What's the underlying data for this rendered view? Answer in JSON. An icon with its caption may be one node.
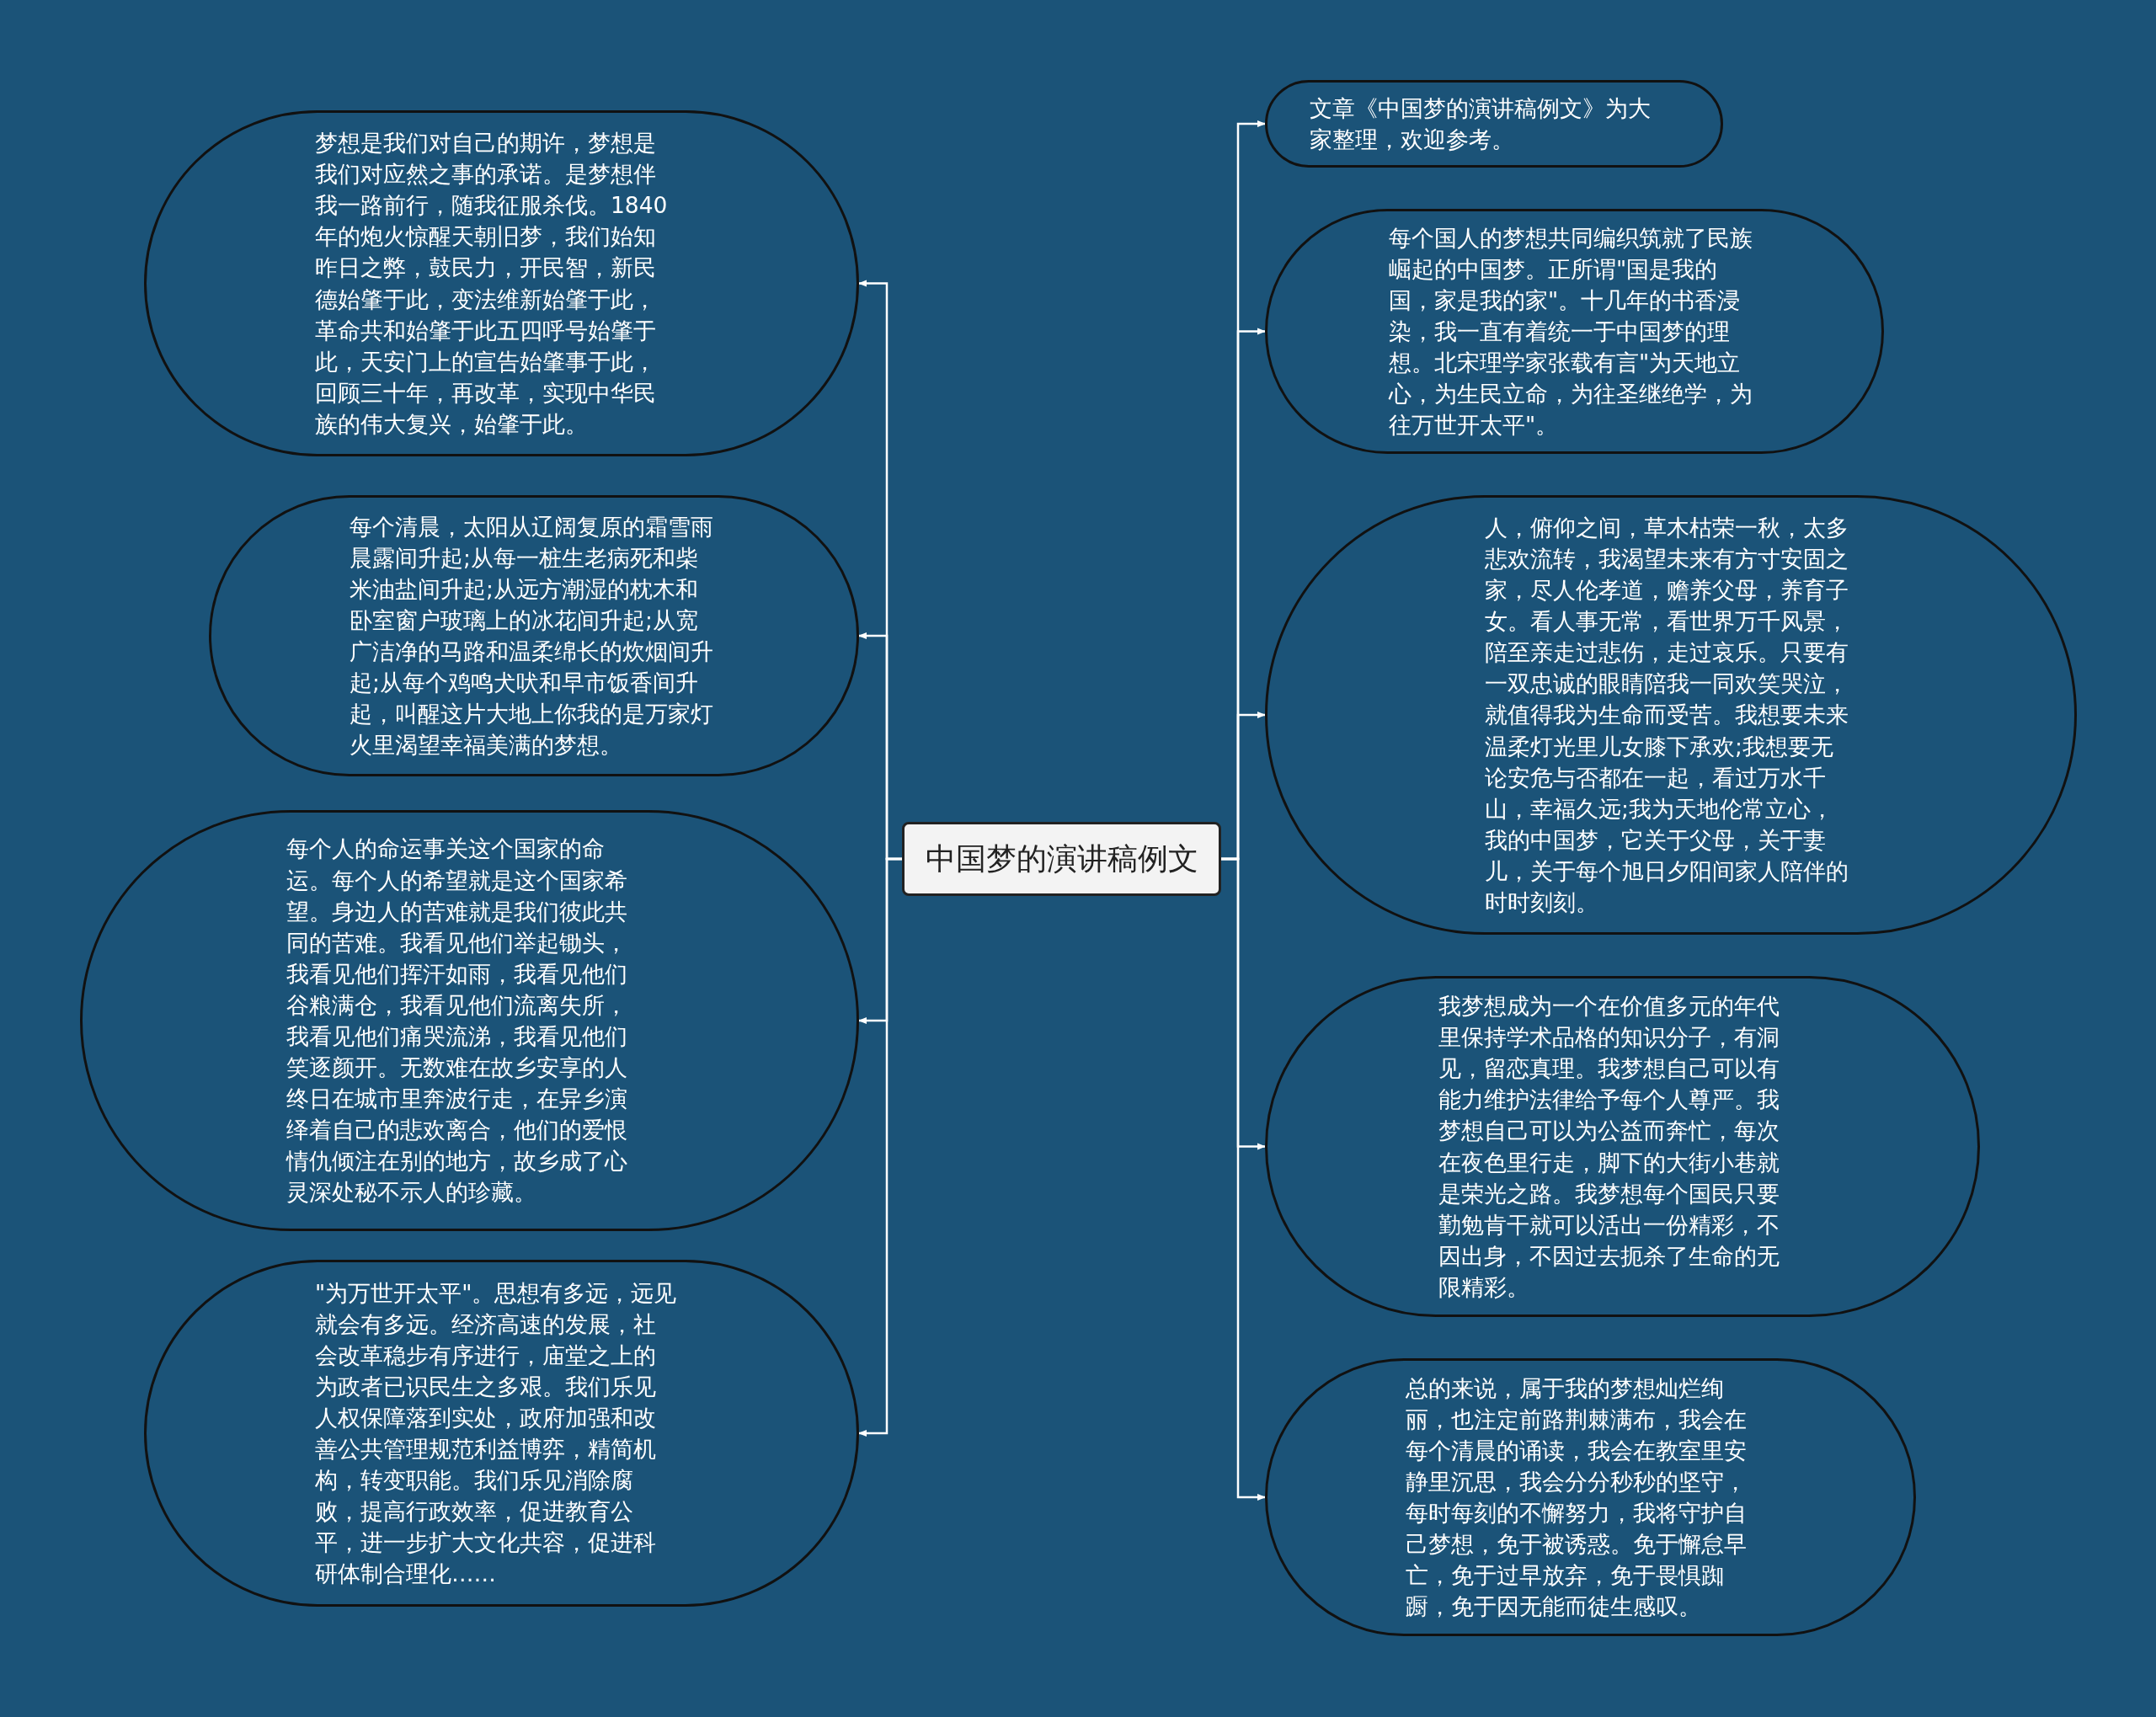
{
  "diagram": {
    "nodes": [
      {
        "text": [
          "中国梦的演讲稿例文"
        ]
      },
      {
        "text": [
          "梦想是我们对自己的期许，梦想是我们对应然之事的承诺。是梦想伴我一路前行，随我征服杀伐。1840年的炮火惊醒天朝旧梦，我们始知昨日之弊，鼓民力，开民智，新民德始肇于此，变法维新始肇于此，革命共和始肇于此五四呼号始肇于此，天安门上的宣告始肇事于此，回顾三十年，再改革，实现中华民族的伟大复兴，始肇于此。"
        ]
      },
      {
        "text": [
          "每个清晨，太阳从辽阔复原的霜雪雨晨露间升起;从每一桩生老病死和柴米油盐间升起;从远方潮湿的枕木和卧室窗户玻璃上的冰花间升起;从宽广洁净的马路和温柔绵长的炊烟间升起;从每个鸡鸣犬吠和早市饭香间升起，叫醒这片大地上你我的是万家灯火里渴望幸福美满的梦想。"
        ]
      },
      {
        "text": [
          "每个人的命运事关这个国家的命运。每个人的希望就是这个国家希望。身边人的苦难就是我们彼此共同的苦难。我看见他们举起锄头，我看见他们挥汗如雨，我看见他们谷粮满仓，我看见他们流离失所，我看见他们痛哭流涕，我看见他们笑逐颜开。无数难在故乡安享的人终日在城市里奔波行走，在异乡演绎着自己的悲欢离合，他们的爱恨情仇倾注在别的地方，故乡成了心灵深处秘不示人的珍藏。"
        ]
      },
      {
        "text": [
          "\"为万世开太平\"。思想有多远，远见就会有多远。经济高速的发展，社会改革稳步有序进行，庙堂之上的为政者已识民生之多艰。我们乐见人权保障落到实处，政府加强和改善公共管理规范利益博弈，精简机构，转变职能。我们乐见消除腐败，提高行政效率，促进教育公平，进一步扩大文化共容，促进科研体制合理化……"
        ]
      },
      {
        "text": [
          "文章《中国梦的演讲稿例文》为大家整理，欢迎参考。"
        ]
      },
      {
        "text": [
          "每个国人的梦想共同编织筑就了民族崛起的中国梦。正所谓\"国是我的国，家是我的家\"。十几年的书香浸染，我一直有着统一于中国梦的理想。北宋理学家张载有言\"为天地立心，为生民立命，为往圣继绝学，为往万世开太平\"。"
        ]
      },
      {
        "text": [
          "人，俯仰之间，草木枯荣一秋，太多悲欢流转，我渴望未来有方寸安固之家，尽人伦孝道，赡养父母，养育子女。看人事无常，看世界万千风景，陪至亲走过悲伤，走过哀乐。只要有一双忠诚的眼睛陪我一同欢笑哭泣，就值得我为生命而受苦。我想要未来温柔灯光里儿女膝下承欢;我想要无论安危与否都在一起，看过万水千山，幸福久远;我为天地伦常立心，我的中国梦，它关于父母，关于妻儿，关于每个旭日夕阳间家人陪伴的时时刻刻。"
        ]
      },
      {
        "text": [
          "我梦想成为一个在价值多元的年代里保持学术品格的知识分子，有洞见，留恋真理。我梦想自己可以有能力维护法律给予每个人尊严。我梦想自己可以为公益而奔忙，每次在夜色里行走，脚下的大街小巷就是荣光之路。我梦想每个国民只要勤勉肯干就可以活出一份精彩，不因出身，不因过去扼杀了生命的无限精彩。"
        ]
      },
      {
        "text": [
          "总的来说，属于我的梦想灿烂绚丽，也注定前路荆棘满布，我会在每个清晨的诵读，我会在教室里安静里沉思，我会分分秒秒的坚守，每时每刻的不懈努力，我将守护自己梦想，免于被诱惑。免于懈怠早亡，免于过早放弃，免于畏惧踟蹰，免于因无能而徒生感叹。"
        ]
      }
    ],
    "edges": [
      {
        "from": 0,
        "to": 1,
        "arrow": "to"
      },
      {
        "from": 0,
        "to": 2,
        "arrow": "to"
      },
      {
        "from": 0,
        "to": 3,
        "arrow": "to"
      },
      {
        "from": 0,
        "to": 4,
        "arrow": "to"
      },
      {
        "from": 0,
        "to": 5,
        "arrow": "to"
      },
      {
        "from": 0,
        "to": 6,
        "arrow": "to"
      },
      {
        "from": 0,
        "to": 7,
        "arrow": "to"
      },
      {
        "from": 0,
        "to": 8,
        "arrow": "to"
      },
      {
        "from": 0,
        "to": 9,
        "arrow": "to"
      }
    ]
  }
}
